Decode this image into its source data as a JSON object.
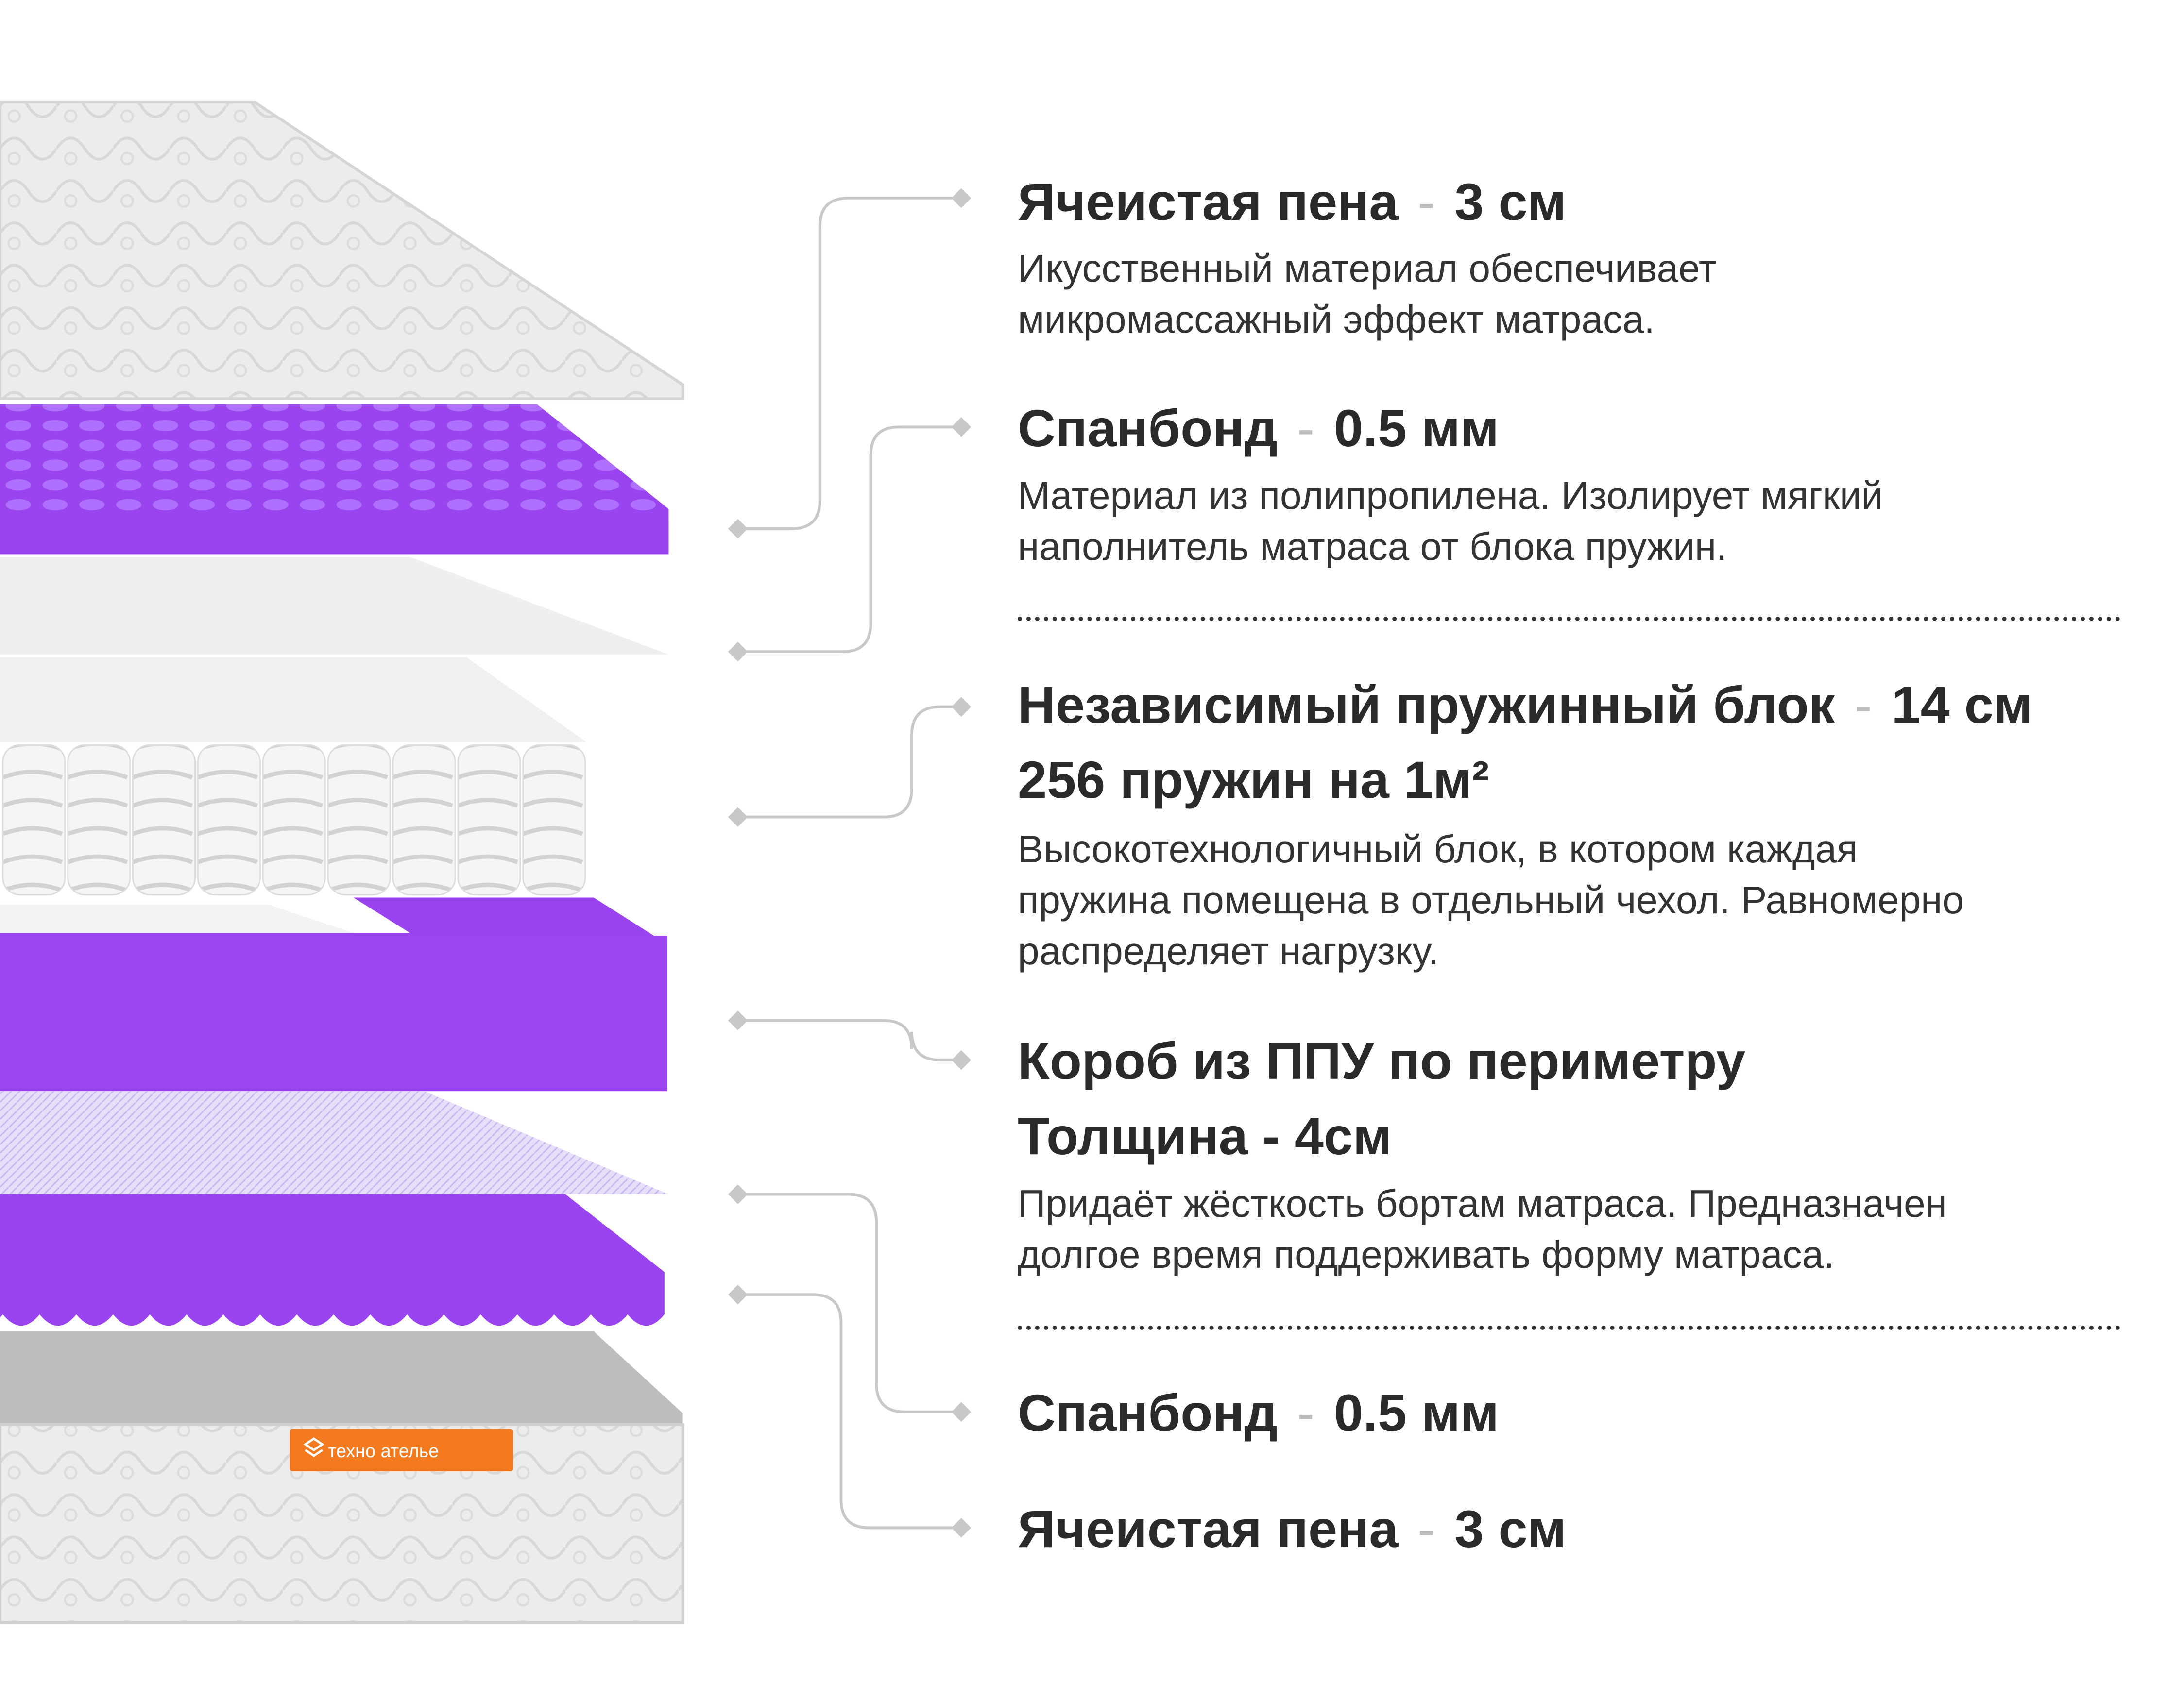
{
  "brand": {
    "logo_text": "техно ателье",
    "color": "#f47a1f"
  },
  "colors": {
    "purple": "#9a44f0",
    "connector": "#c8c8c8",
    "text": "#2b2b2b"
  },
  "layers": [
    {
      "title": "Ячеистая пена",
      "value": "3 см",
      "desc": [
        "Икусственный материал обеспечивает",
        "микромассажный эффект матраса."
      ]
    },
    {
      "title": "Спанбонд",
      "value": "0.5 мм",
      "desc": [
        "Материал из полипропилена. Изолирует мягкий",
        "наполнитель матраса от блока пружин."
      ]
    },
    {
      "title": "Независимый пружинный блок",
      "value": "14 см",
      "subtitle": "256 пружин на 1м²",
      "desc": [
        "Высокотехнологичный блок, в котором каждая",
        "пружина помещена в отдельный чехол. Равномерно",
        "распределяет нагрузку."
      ]
    },
    {
      "title": "Короб из ППУ по периметру",
      "subtitle": "Толщина - 4см",
      "desc": [
        "Придаёт жёсткость бортам матраса. Предназначен",
        "долгое время поддерживать форму матраса."
      ]
    },
    {
      "title": "Спанбонд",
      "value": "0.5 мм"
    },
    {
      "title": "Ячеистая пена",
      "value": "3 см"
    }
  ],
  "separator": "-"
}
